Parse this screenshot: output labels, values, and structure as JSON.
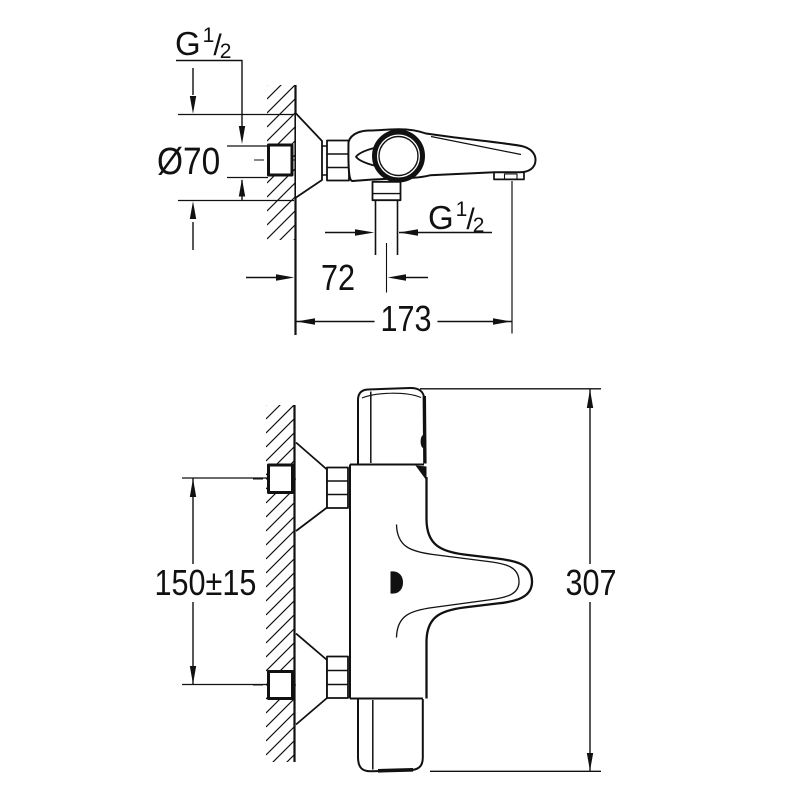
{
  "drawing": {
    "type": "technical dimension drawing, wall-mounted thermostatic bath mixer, two orthographic views",
    "background": "#ffffff",
    "line_color": "#111111",
    "labels": {
      "thread_size": {
        "prefix": "G",
        "numerator": "1",
        "slash": "/",
        "denominator": "2"
      },
      "escutcheon_diameter": "Ø70",
      "shower_outlet_offset": "72",
      "spout_projection": "173",
      "inlet_spacing": "150±15",
      "overall_width": "307"
    }
  }
}
